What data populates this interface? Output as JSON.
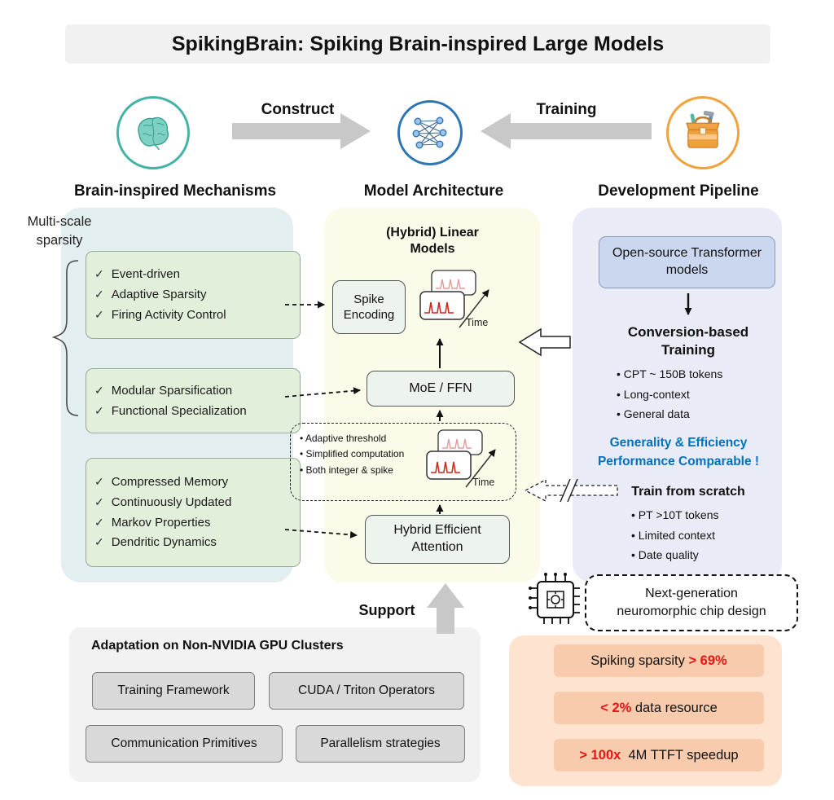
{
  "title": "SpikingBrain: Spiking Brain-inspired Large Models",
  "glyphs": {
    "check": "✓"
  },
  "top_row": {
    "construct": "Construct",
    "training": "Training",
    "brain_caption": "Brain-inspired Mechanisms",
    "model_caption": "Model Architecture",
    "pipeline_caption": "Development Pipeline"
  },
  "left_panel": {
    "heading": "Multi-scale sparsity",
    "box1": [
      "Event-driven",
      "Adaptive Sparsity",
      "Firing Activity Control"
    ],
    "box2": [
      "Modular Sparsification",
      "Functional Specialization"
    ],
    "box3": [
      "Compressed Memory",
      "Continuously Updated",
      "Markov Properties",
      "Dendritic Dynamics"
    ]
  },
  "middle_panel": {
    "heading": "(Hybrid) Linear Models",
    "spike_encoding": "Spike Encoding",
    "moe_ffn": "MoE / FFN",
    "attention": "Hybrid Efficient Attention",
    "notes": [
      "Adaptive threshold",
      "Simplified computation",
      "Both integer & spike"
    ],
    "time_label": "Time"
  },
  "right_panel": {
    "open_source_box": "Open-source Transformer models",
    "conversion_heading": "Conversion-based Training",
    "conversion_bullets": [
      "CPT ~ 150B tokens",
      "Long-context",
      "General data"
    ],
    "highlight_line1": "Generality & Efficiency",
    "highlight_line2": "Performance Comparable !",
    "scratch_heading": "Train from scratch",
    "scratch_bullets": [
      "PT >10T tokens",
      "Limited context",
      "Date quality"
    ]
  },
  "support_label": "Support",
  "bottom_left": {
    "heading": "Adaptation on Non-NVIDIA GPU Clusters",
    "boxes": [
      "Training Framework",
      "CUDA / Triton Operators",
      "Communication Primitives",
      "Parallelism strategies"
    ]
  },
  "chip_note": "Next-generation neuromorphic chip design",
  "results": [
    {
      "prefix": "Spiking sparsity ",
      "highlight": "> 69%",
      "suffix": ""
    },
    {
      "prefix": "",
      "highlight": "< 2%",
      "suffix": " data resource"
    },
    {
      "prefix": "",
      "highlight": "> 100x",
      "suffix": "  4M TTFT speedup"
    }
  ],
  "colors": {
    "accent_blue": "#0070c0",
    "result_red": "#e81515",
    "left_panel_bg": "#e3eef1",
    "middle_panel_bg": "#fbfbe9",
    "right_panel_bg": "#e9ecf6",
    "green_box_bg": "#e2efda",
    "orange_panel_bg": "#fde3d0",
    "orange_box_bg": "#f8cbad"
  }
}
